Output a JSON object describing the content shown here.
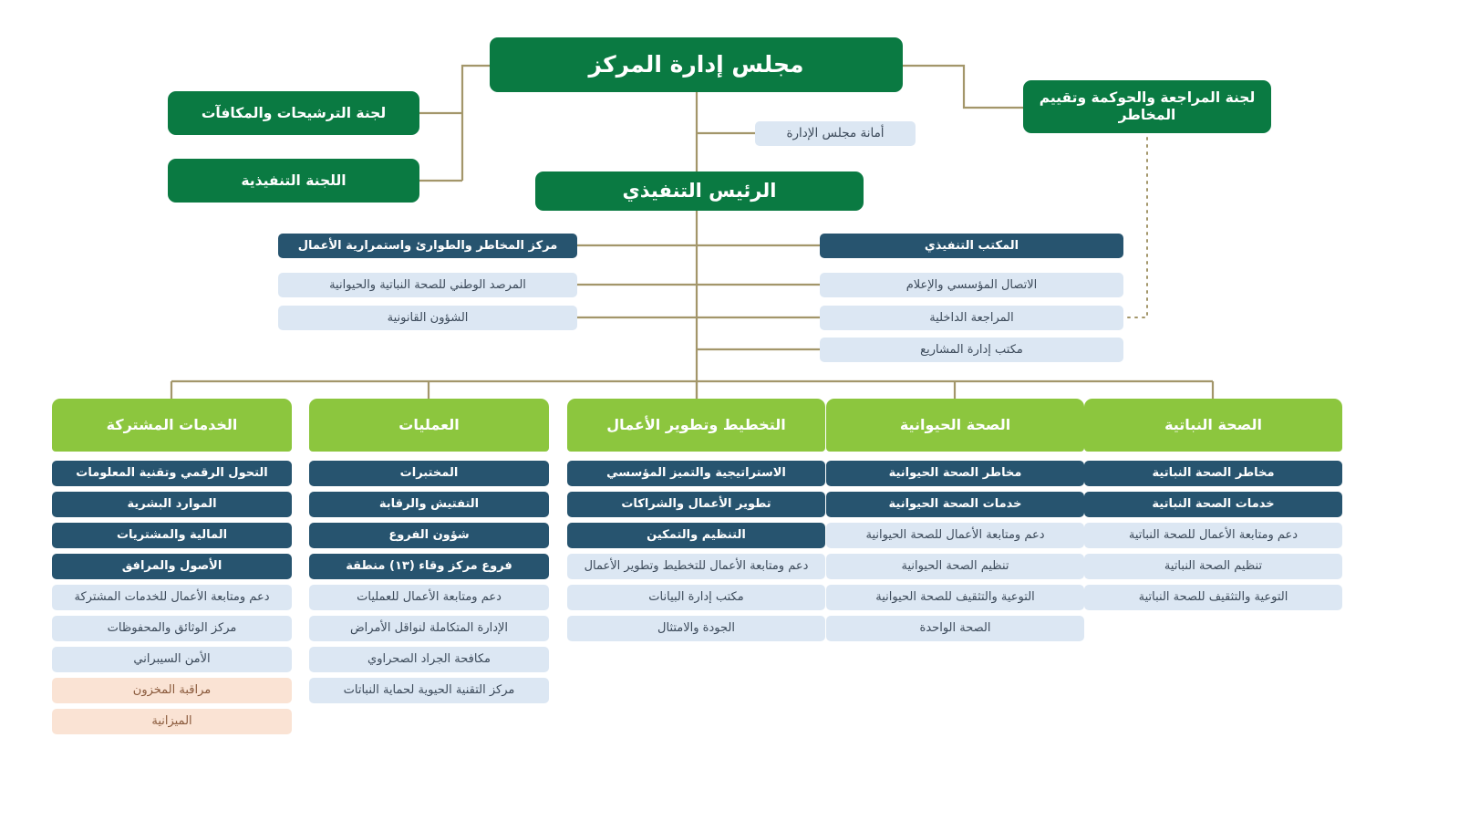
{
  "board": {
    "label": "مجلس إدارة المركز"
  },
  "secretariat": {
    "label": "أمانة مجلس الإدارة"
  },
  "ceo": {
    "label": "الرئيس التنفيذي"
  },
  "committees": {
    "left": [
      {
        "label": "لجنة الترشيحات والمكافآت"
      },
      {
        "label": "اللجنة التنفيذية"
      }
    ],
    "right": [
      {
        "label": "لجنة المراجعة والحوكمة وتقييم المخاطر"
      }
    ]
  },
  "ceo_reports": {
    "left": [
      {
        "label": "مركز المخاطر والطوارئ واستمرارية الأعمال",
        "style": "dark"
      },
      {
        "label": "المرصد الوطني للصحة النباتية والحيوانية",
        "style": "light"
      },
      {
        "label": "الشؤون القانونية",
        "style": "light"
      }
    ],
    "right": [
      {
        "label": "المكتب التنفيذي",
        "style": "dark"
      },
      {
        "label": "الاتصال المؤسسي والإعلام",
        "style": "light"
      },
      {
        "label": "المراجعة الداخلية",
        "style": "light"
      },
      {
        "label": "مكتب إدارة المشاريع",
        "style": "light"
      }
    ]
  },
  "departments": [
    {
      "header": "الخدمات المشتركة",
      "items": [
        {
          "label": "التحول الرقمي وتقنية المعلومات",
          "style": "dark"
        },
        {
          "label": "الموارد البشرية",
          "style": "dark"
        },
        {
          "label": "المالية والمشتريات",
          "style": "dark"
        },
        {
          "label": "الأصول والمرافق",
          "style": "dark"
        },
        {
          "label": "دعم ومتابعة الأعمال للخدمات المشتركة",
          "style": "light"
        },
        {
          "label": "مركز الوثائق والمحفوظات",
          "style": "light"
        },
        {
          "label": "الأمن السيبراني",
          "style": "light"
        },
        {
          "label": "مراقبة المخزون",
          "style": "peach"
        },
        {
          "label": "الميزانية",
          "style": "peach"
        }
      ]
    },
    {
      "header": "العمليات",
      "items": [
        {
          "label": "المختبرات",
          "style": "dark"
        },
        {
          "label": "التفتيش والرقابة",
          "style": "dark"
        },
        {
          "label": "شؤون الفروع",
          "style": "dark"
        },
        {
          "label": "فروع مركز وقاء (١٣) منطقة",
          "style": "dark"
        },
        {
          "label": "دعم ومتابعة الأعمال للعمليات",
          "style": "light"
        },
        {
          "label": "الإدارة المتكاملة لنواقل الأمراض",
          "style": "light"
        },
        {
          "label": "مكافحة الجراد الصحراوي",
          "style": "light"
        },
        {
          "label": "مركز التقنية الحيوية لحماية النباتات",
          "style": "light"
        }
      ]
    },
    {
      "header": "التخطيط وتطوير الأعمال",
      "items": [
        {
          "label": "الاستراتيجية والتميز المؤسسي",
          "style": "dark"
        },
        {
          "label": "تطوير الأعمال والشراكات",
          "style": "dark"
        },
        {
          "label": "التنظيم والتمكين",
          "style": "dark"
        },
        {
          "label": "دعم ومتابعة الأعمال للتخطيط وتطوير الأعمال",
          "style": "light"
        },
        {
          "label": "مكتب إدارة البيانات",
          "style": "light"
        },
        {
          "label": "الجودة والامتثال",
          "style": "light"
        }
      ]
    },
    {
      "header": "الصحة الحيوانية",
      "items": [
        {
          "label": "مخاطر الصحة الحيوانية",
          "style": "dark"
        },
        {
          "label": "خدمات الصحة الحيوانية",
          "style": "dark"
        },
        {
          "label": "دعم ومتابعة الأعمال للصحة الحيوانية",
          "style": "light"
        },
        {
          "label": "تنظيم الصحة الحيوانية",
          "style": "light"
        },
        {
          "label": "التوعية والتثقيف للصحة الحيوانية",
          "style": "light"
        },
        {
          "label": "الصحة الواحدة",
          "style": "light"
        }
      ]
    },
    {
      "header": "الصحة النباتية",
      "items": [
        {
          "label": "مخاطر الصحة النباتية",
          "style": "dark"
        },
        {
          "label": "خدمات الصحة النباتية",
          "style": "dark"
        },
        {
          "label": "دعم ومتابعة الأعمال للصحة النباتية",
          "style": "light"
        },
        {
          "label": "تنظيم الصحة النباتية",
          "style": "light"
        },
        {
          "label": "التوعية والتثقيف للصحة النباتية",
          "style": "light"
        }
      ]
    }
  ],
  "colors": {
    "brand_green": "#0a7a42",
    "accent_green": "#8cc63e",
    "dark_blue": "#27546f",
    "light_blue": "#dce7f3",
    "peach": "#fae3d4",
    "connector": "#a3966a"
  }
}
